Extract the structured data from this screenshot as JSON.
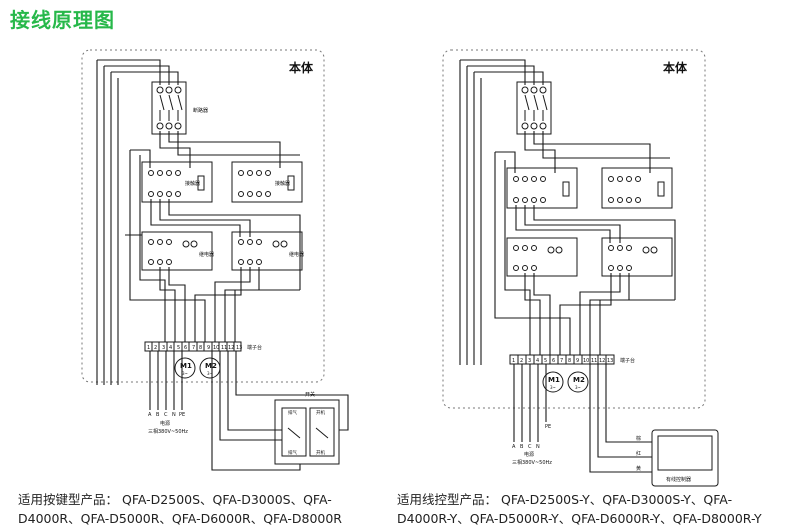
{
  "page_title": "接线原理图",
  "left_panel": {
    "body_label": "本体",
    "terminal_label": "端子台",
    "power_label": "电源",
    "power_spec": "三相380V~50Hz",
    "terminal_numbers": [
      "1",
      "2",
      "3",
      "4",
      "5",
      "6",
      "7",
      "8",
      "9",
      "10",
      "11",
      "12",
      "13"
    ],
    "phase_labels": [
      "A",
      "B",
      "C",
      "N",
      "PE"
    ],
    "breaker_label": "断路器",
    "contactor_label": "接触器",
    "relay_label": "继电器",
    "motor_1": "M1",
    "motor_2": "M2",
    "motor_sub": "3~",
    "switch_box_label": "开关",
    "switch_labels": [
      "排气",
      "开机",
      "排气",
      "开机"
    ],
    "caption_prefix": "适用按键型产品：",
    "caption_models": "QFA-D2500S、QFA-D3000S、QFA-D4000R、QFA-D5000R、QFA-D6000R、QFA-D8000R"
  },
  "right_panel": {
    "body_label": "本体",
    "terminal_label": "端子台",
    "power_label": "电源",
    "power_spec": "三相380V~50Hz",
    "terminal_numbers": [
      "1",
      "2",
      "3",
      "4",
      "5",
      "6",
      "7",
      "8",
      "9",
      "10",
      "11",
      "12",
      "13"
    ],
    "phase_labels": [
      "A",
      "B",
      "C",
      "N",
      "PE"
    ],
    "motor_1": "M1",
    "motor_2": "M2",
    "motor_sub": "3~",
    "controller_label": "有线控制器",
    "controller_wires": [
      "棕",
      "红",
      "黄"
    ],
    "caption_prefix": "适用线控型产品：",
    "caption_models": "QFA-D2500S-Y、QFA-D3000S-Y、QFA-D4000R-Y、QFA-D5000R-Y、QFA-D6000R-Y、QFA-D8000R-Y"
  }
}
